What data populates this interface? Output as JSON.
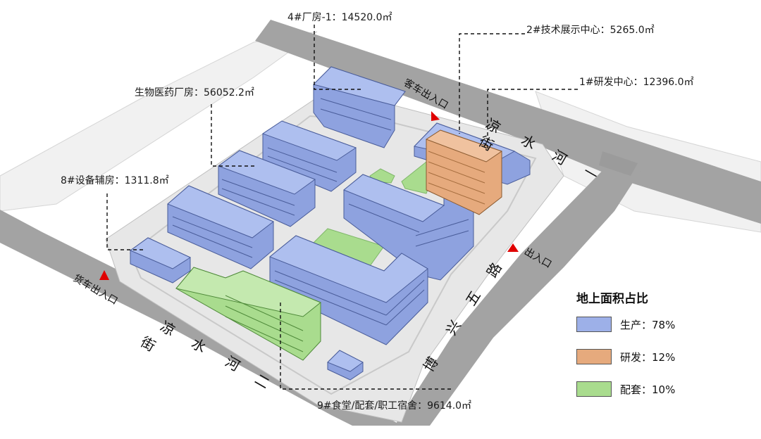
{
  "annotations": {
    "factory4": "4#厂房-1：14520.0㎡",
    "tech2": "2#技术展示中心：5265.0㎡",
    "rd1": "1#研发中心：12396.0㎡",
    "biopharma": "生物医药厂房：56052.2㎡",
    "equip8": "8#设备辅房：1311.8㎡",
    "canteen9": "9#食堂/配套/职工宿舍：9614.0㎡"
  },
  "roads": {
    "north_chars": [
      "凉",
      "水",
      "河",
      "一",
      "街"
    ],
    "south_chars": [
      "凉",
      "水",
      "河",
      "二",
      "街"
    ],
    "east_chars": [
      "博",
      "兴",
      "五",
      "路"
    ]
  },
  "entrances": {
    "passenger": "客车出入口",
    "freight": "货车出入口",
    "east": "出入口"
  },
  "legend": {
    "title": "地上面积占比",
    "items": [
      {
        "label": "生产：78%",
        "color": "#9db0e8"
      },
      {
        "label": "研发：12%",
        "color": "#e6aa7d"
      },
      {
        "label": "配套：10%",
        "color": "#a9dc8e"
      }
    ]
  },
  "colors": {
    "production": "#9db0e8",
    "rd": "#e6aa7d",
    "support": "#a9dc8e",
    "road": "#a3a3a3",
    "site": "#e7e7e7",
    "arrow": "#e00000"
  }
}
